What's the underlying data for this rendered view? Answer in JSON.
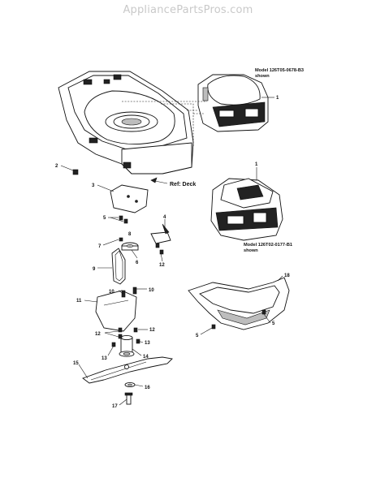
{
  "watermark": "AppliancePartsPros.com",
  "engine_top": {
    "model_line": "Model 126T05-0678-B3",
    "shown": "shown"
  },
  "engine_mid": {
    "model_line": "Model 126T02-0177-B1",
    "shown": "shown"
  },
  "deck_reference": "Ref:  Deck",
  "callouts": [
    "1",
    "1",
    "2",
    "3",
    "4",
    "5",
    "5",
    "5",
    "6",
    "7",
    "8",
    "9",
    "10",
    "10",
    "11",
    "12",
    "12",
    "12",
    "13",
    "13",
    "14",
    "15",
    "16",
    "17",
    "18"
  ]
}
